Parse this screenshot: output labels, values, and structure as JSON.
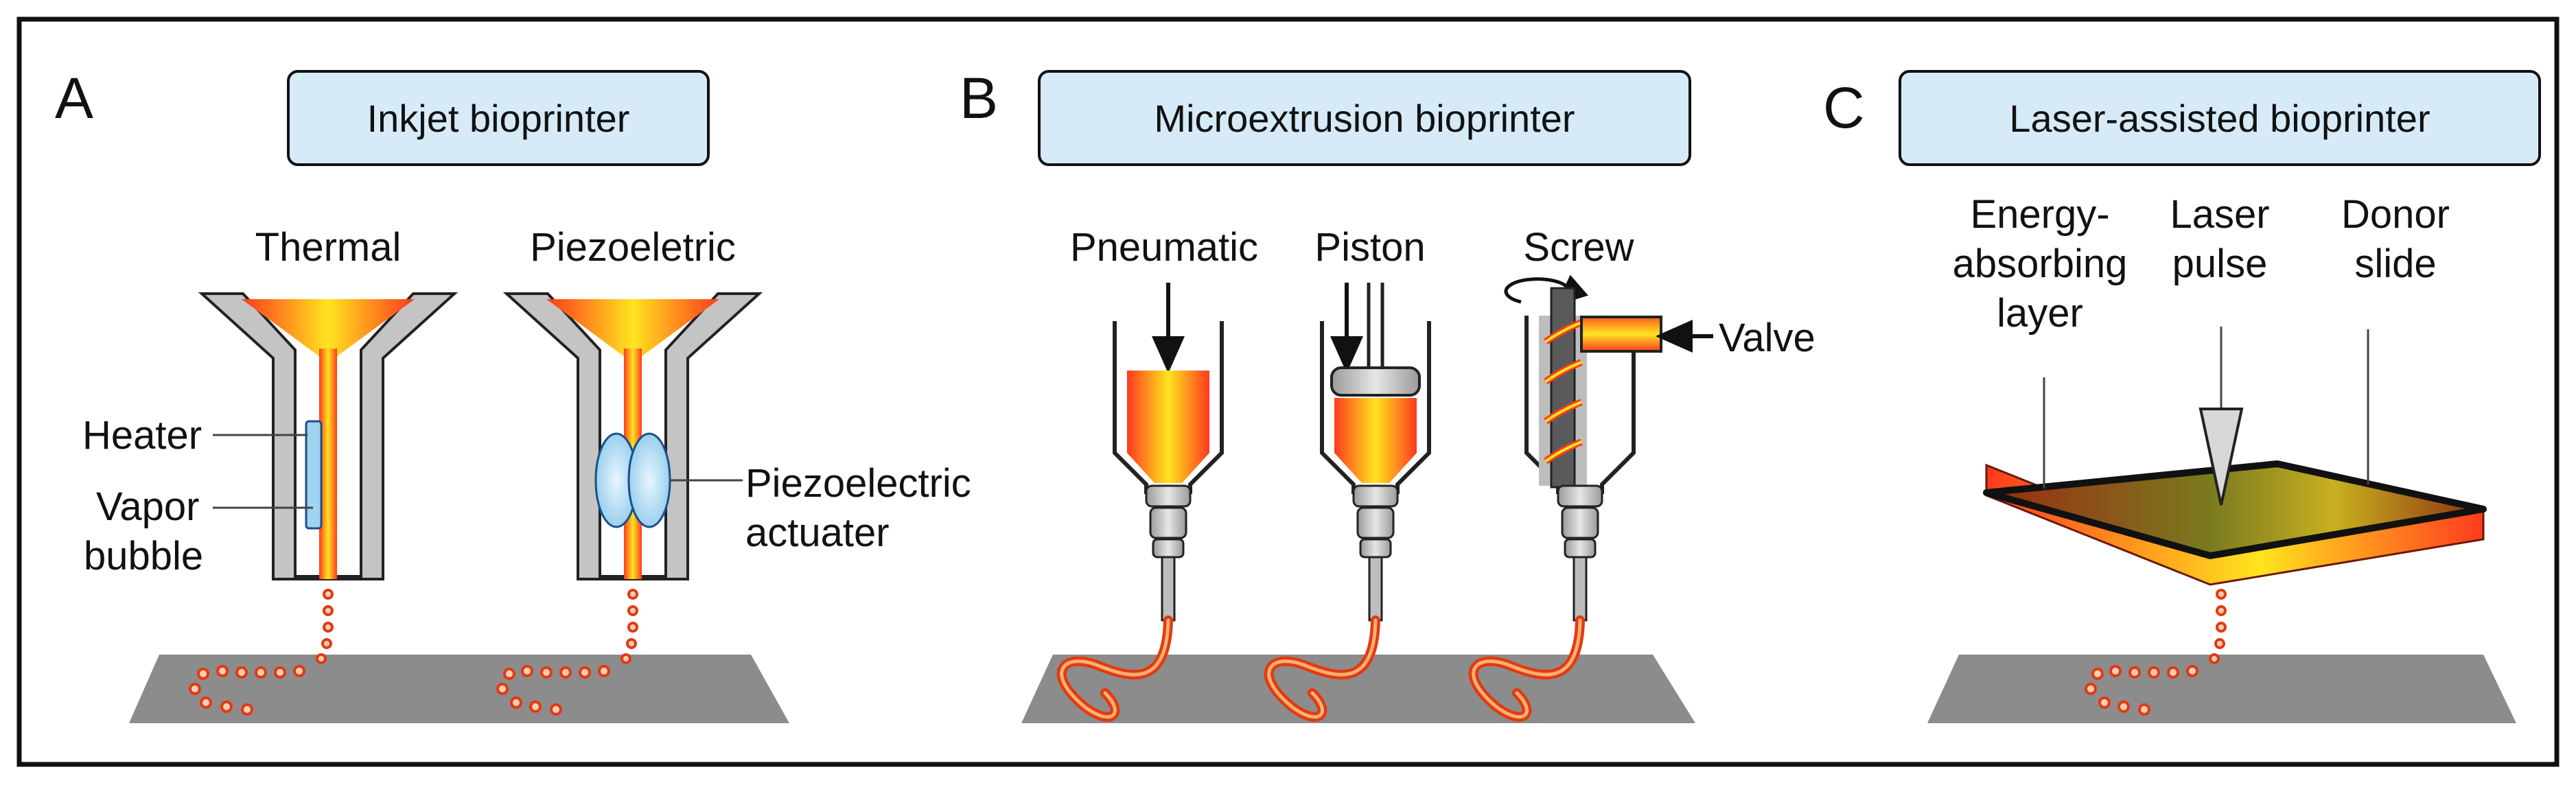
{
  "panels": {
    "a": {
      "letter": "A",
      "title": "Inkjet bioprinter",
      "types": {
        "thermal": "Thermal",
        "piezo": "Piezoeletric"
      },
      "labels": {
        "heater": "Heater",
        "vapor_1": "Vapor",
        "vapor_2": "bubble",
        "piezo_1": "Piezoelectric",
        "piezo_2": "actuater"
      }
    },
    "b": {
      "letter": "B",
      "title": "Microextrusion bioprinter",
      "types": {
        "pneumatic": "Pneumatic",
        "piston": "Piston",
        "screw": "Screw"
      },
      "labels": {
        "valve": "Valve"
      }
    },
    "c": {
      "letter": "C",
      "title": "Laser-assisted bioprinter",
      "labels": {
        "energy_1": "Energy-",
        "energy_2": "absorbing",
        "energy_3": "layer",
        "laser_1": "Laser",
        "laser_2": "pulse",
        "donor_1": "Donor",
        "donor_2": "slide"
      }
    }
  },
  "colors": {
    "title_box_fill": "#d6eaf8",
    "bioink_hot": "#ff3a1e",
    "bioink_warm": "#ffe41e",
    "platform_gray": "#8c8c8c",
    "nozzle_gray": "#bdbdbd",
    "actuator_blue": "#9fd3ef"
  }
}
